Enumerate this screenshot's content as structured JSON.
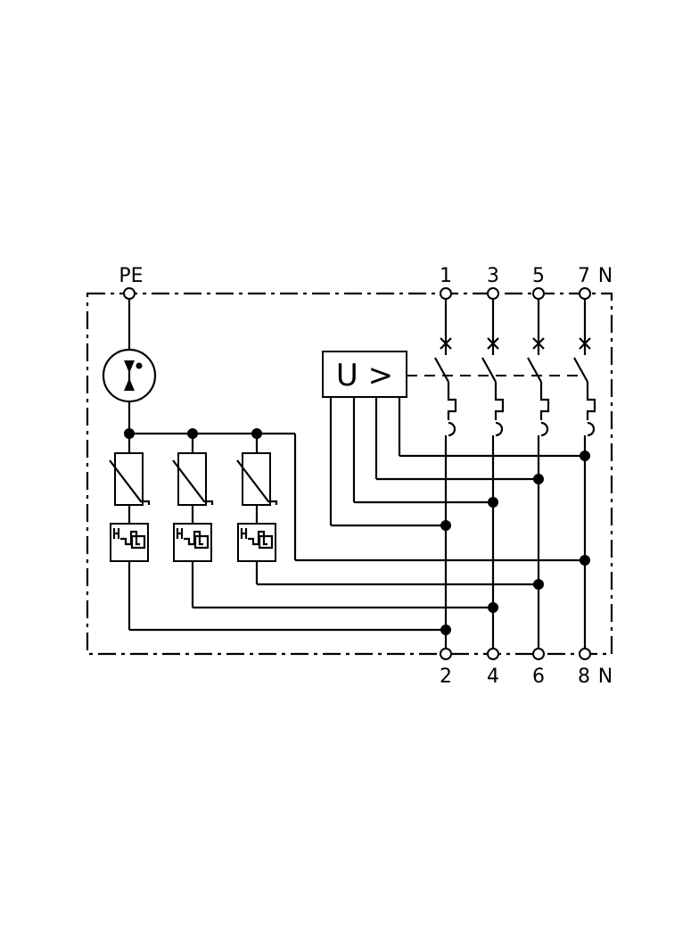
{
  "diagram": {
    "top_terminals": [
      "PE",
      "1",
      "3",
      "5",
      "7",
      "N"
    ],
    "bottom_terminals": [
      "2",
      "4",
      "6",
      "8",
      "N"
    ],
    "relay_label": "U >"
  }
}
